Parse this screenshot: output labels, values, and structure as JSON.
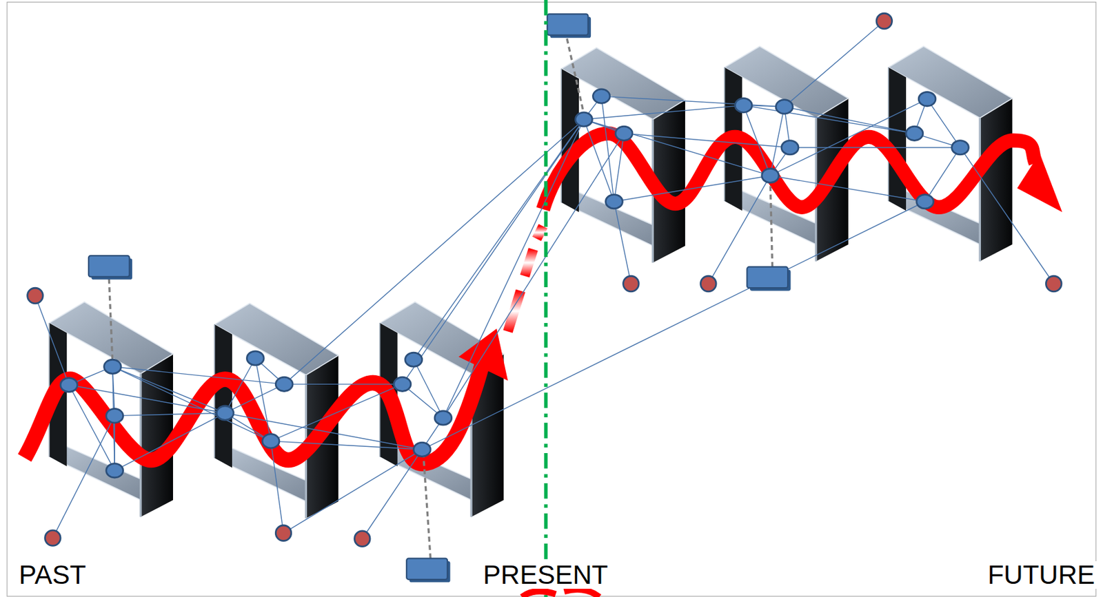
{
  "diagram": {
    "labels": [
      "PAST",
      "PRESENT",
      "FUTURE"
    ]
  }
}
